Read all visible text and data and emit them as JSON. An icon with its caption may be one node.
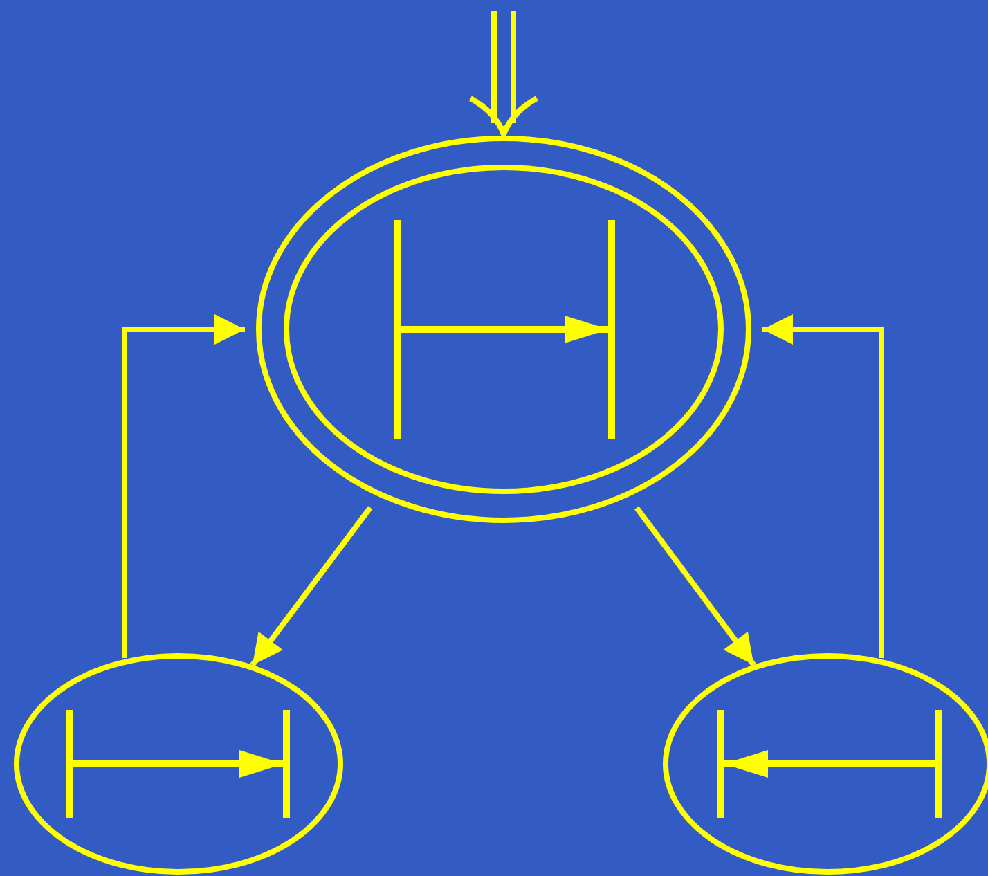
{
  "diagram": {
    "nodes": [
      {
        "text": [],
        "shape": "ellipse"
      },
      {
        "text": [],
        "shape": "ellipse"
      },
      {
        "text": [],
        "shape": "ellipse"
      }
    ],
    "edges": [
      {
        "from": null,
        "to": 0,
        "arrow": "to"
      },
      {
        "from": 0,
        "to": 1,
        "arrow": "to"
      },
      {
        "from": 0,
        "to": 2,
        "arrow": "to"
      },
      {
        "from": 1,
        "to": 0,
        "arrow": "to"
      },
      {
        "from": 2,
        "to": 0,
        "arrow": "to"
      }
    ]
  }
}
